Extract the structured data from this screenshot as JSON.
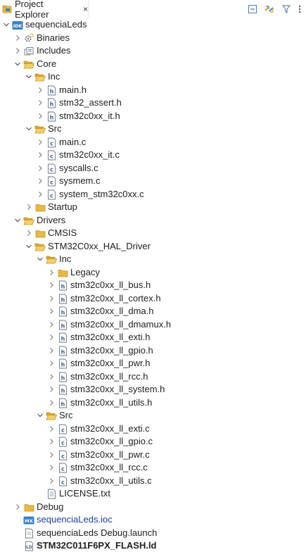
{
  "tab": {
    "title": "Project Explorer",
    "close": "×"
  },
  "toolbar": {
    "icons": [
      "collapse-all-icon",
      "link-editor-icon",
      "filter-icon",
      "view-menu-icon"
    ]
  },
  "tree": [
    {
      "label": "sequenciaLeds",
      "icon": "project",
      "depth": 0,
      "expander": "open"
    },
    {
      "label": "Binaries",
      "icon": "binaries",
      "depth": 1,
      "expander": "closed"
    },
    {
      "label": "Includes",
      "icon": "includes",
      "depth": 1,
      "expander": "closed"
    },
    {
      "label": "Core",
      "icon": "folder-open",
      "depth": 1,
      "expander": "open"
    },
    {
      "label": "Inc",
      "icon": "folder-open",
      "depth": 2,
      "expander": "open"
    },
    {
      "label": "main.h",
      "icon": "h-file",
      "depth": 3,
      "expander": "closed"
    },
    {
      "label": "stm32_assert.h",
      "icon": "h-file",
      "depth": 3,
      "expander": "closed"
    },
    {
      "label": "stm32c0xx_it.h",
      "icon": "h-file",
      "depth": 3,
      "expander": "closed"
    },
    {
      "label": "Src",
      "icon": "folder-open",
      "depth": 2,
      "expander": "open"
    },
    {
      "label": "main.c",
      "icon": "c-file",
      "depth": 3,
      "expander": "closed"
    },
    {
      "label": "stm32c0xx_it.c",
      "icon": "c-file",
      "depth": 3,
      "expander": "closed"
    },
    {
      "label": "syscalls.c",
      "icon": "c-file",
      "depth": 3,
      "expander": "closed"
    },
    {
      "label": "sysmem.c",
      "icon": "c-file",
      "depth": 3,
      "expander": "closed"
    },
    {
      "label": "system_stm32c0xx.c",
      "icon": "c-file",
      "depth": 3,
      "expander": "closed"
    },
    {
      "label": "Startup",
      "icon": "folder",
      "depth": 2,
      "expander": "closed"
    },
    {
      "label": "Drivers",
      "icon": "folder-open",
      "depth": 1,
      "expander": "open"
    },
    {
      "label": "CMSIS",
      "icon": "folder",
      "depth": 2,
      "expander": "closed"
    },
    {
      "label": "STM32C0xx_HAL_Driver",
      "icon": "folder-open",
      "depth": 2,
      "expander": "open"
    },
    {
      "label": "Inc",
      "icon": "folder-open",
      "depth": 3,
      "expander": "open"
    },
    {
      "label": "Legacy",
      "icon": "folder",
      "depth": 4,
      "expander": "closed"
    },
    {
      "label": "stm32c0xx_ll_bus.h",
      "icon": "h-file",
      "depth": 4,
      "expander": "closed"
    },
    {
      "label": "stm32c0xx_ll_cortex.h",
      "icon": "h-file",
      "depth": 4,
      "expander": "closed"
    },
    {
      "label": "stm32c0xx_ll_dma.h",
      "icon": "h-file",
      "depth": 4,
      "expander": "closed"
    },
    {
      "label": "stm32c0xx_ll_dmamux.h",
      "icon": "h-file",
      "depth": 4,
      "expander": "closed"
    },
    {
      "label": "stm32c0xx_ll_exti.h",
      "icon": "h-file",
      "depth": 4,
      "expander": "closed"
    },
    {
      "label": "stm32c0xx_ll_gpio.h",
      "icon": "h-file",
      "depth": 4,
      "expander": "closed"
    },
    {
      "label": "stm32c0xx_ll_pwr.h",
      "icon": "h-file",
      "depth": 4,
      "expander": "closed"
    },
    {
      "label": "stm32c0xx_ll_rcc.h",
      "icon": "h-file",
      "depth": 4,
      "expander": "closed"
    },
    {
      "label": "stm32c0xx_ll_system.h",
      "icon": "h-file",
      "depth": 4,
      "expander": "closed"
    },
    {
      "label": "stm32c0xx_ll_utils.h",
      "icon": "h-file",
      "depth": 4,
      "expander": "closed"
    },
    {
      "label": "Src",
      "icon": "folder-open",
      "depth": 3,
      "expander": "open"
    },
    {
      "label": "stm32c0xx_ll_exti.c",
      "icon": "c-file",
      "depth": 4,
      "expander": "closed"
    },
    {
      "label": "stm32c0xx_ll_gpio.c",
      "icon": "c-file",
      "depth": 4,
      "expander": "closed"
    },
    {
      "label": "stm32c0xx_ll_pwr.c",
      "icon": "c-file",
      "depth": 4,
      "expander": "closed"
    },
    {
      "label": "stm32c0xx_ll_rcc.c",
      "icon": "c-file",
      "depth": 4,
      "expander": "closed"
    },
    {
      "label": "stm32c0xx_ll_utils.c",
      "icon": "c-file",
      "depth": 4,
      "expander": "closed"
    },
    {
      "label": "LICENSE.txt",
      "icon": "text-file",
      "depth": 3,
      "expander": "none"
    },
    {
      "label": "Debug",
      "icon": "folder",
      "depth": 1,
      "expander": "closed"
    },
    {
      "label": "sequenciaLeds.ioc",
      "icon": "mx-file",
      "depth": 1,
      "expander": "none",
      "style": "selected"
    },
    {
      "label": "sequenciaLeds Debug.launch",
      "icon": "launch-file",
      "depth": 1,
      "expander": "none"
    },
    {
      "label": "STM32C011F6PX_FLASH.ld",
      "icon": "ld-file",
      "depth": 1,
      "expander": "none",
      "style": "bold"
    }
  ],
  "colors": {
    "folder": "#e8b84a",
    "folder_dark": "#c99321",
    "project": "#3b82c4",
    "file_border": "#6b7785",
    "selected_text": "#1a3fa8"
  }
}
